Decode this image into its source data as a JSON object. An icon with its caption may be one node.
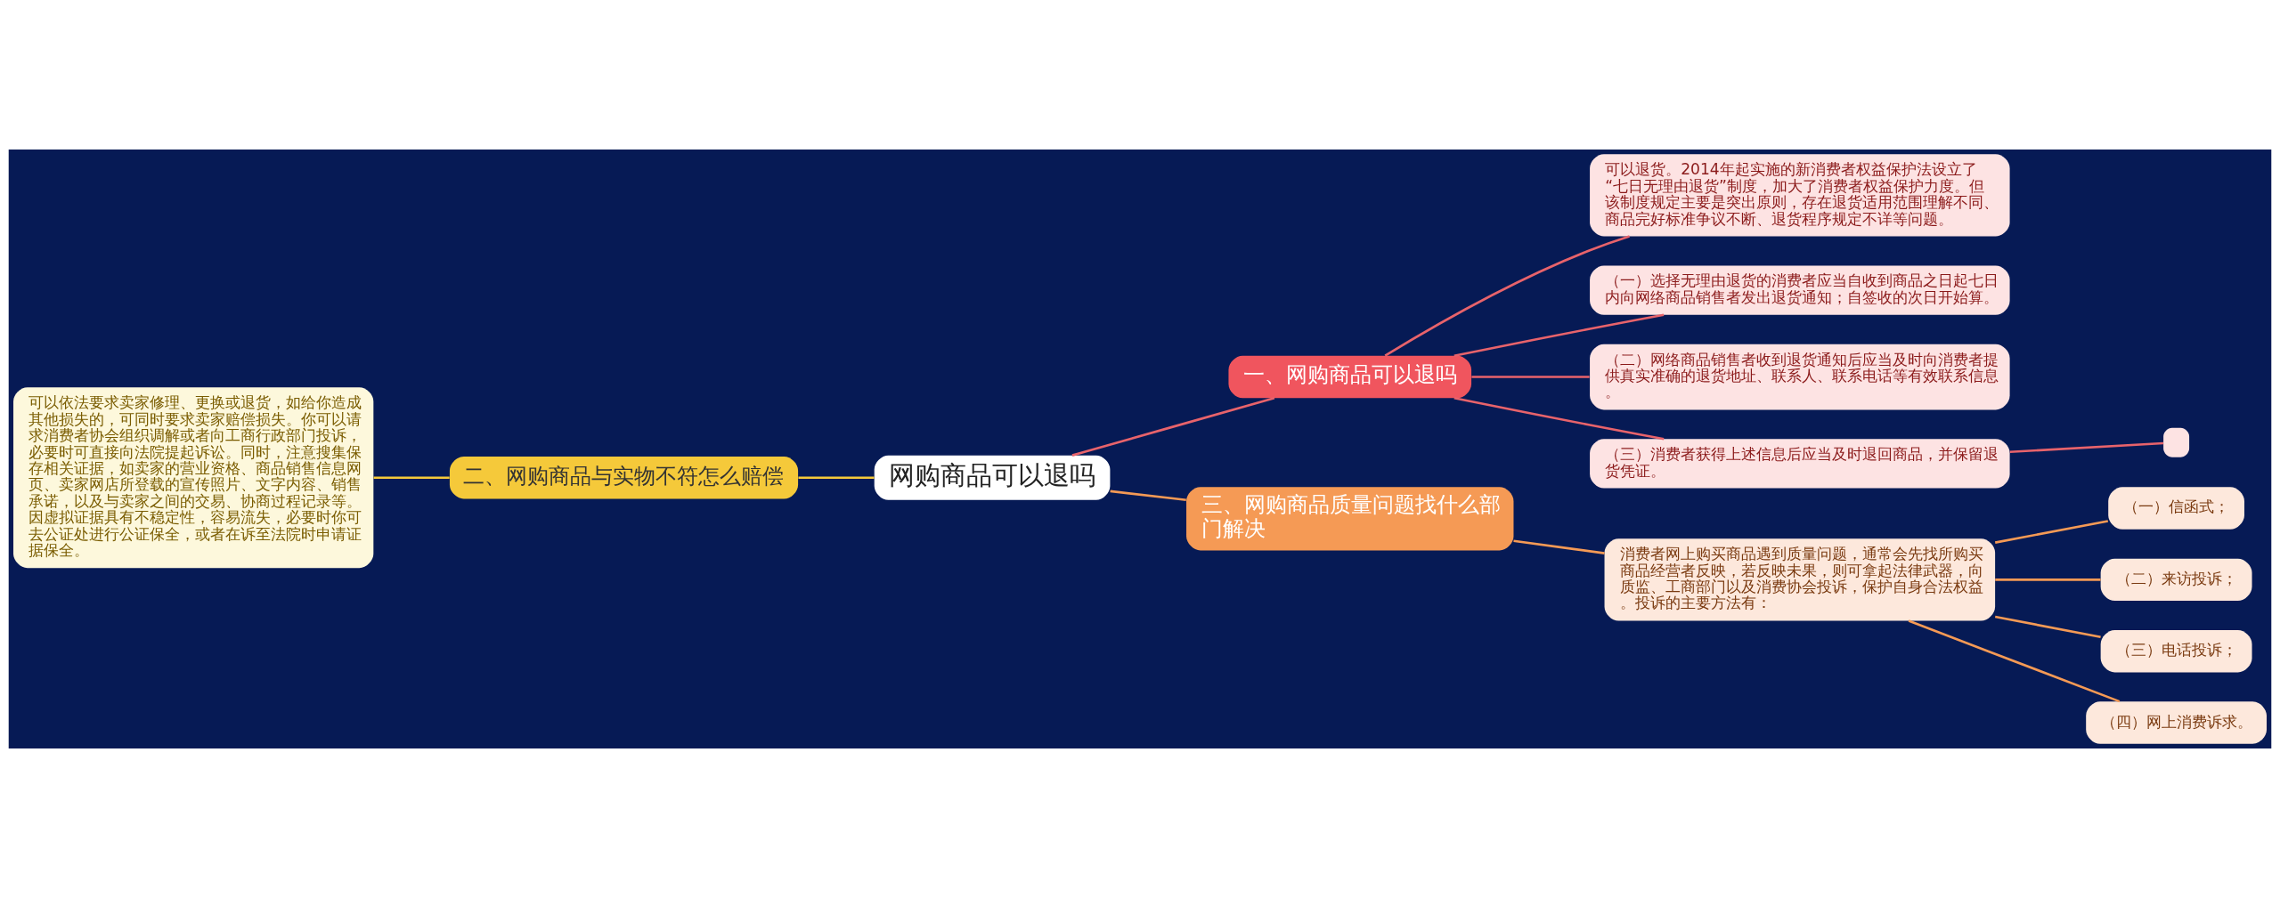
{
  "diagram": {
    "nodes": [
      {
        "text": [
          "网购商品可以退吗"
        ]
      },
      {
        "text": [
          "一、网购商品可以退吗"
        ]
      },
      {
        "text": [
          "可以退货。2014年起实施的新消费者权益保护法设立了“七日无理由退货”制度，加大了消费者权益保护力度。但该制度规定主要是突出原则，存在退货适用范围理解不同、商品完好标准争议不断、退货程序规定不详等问题。"
        ]
      },
      {
        "text": [
          "（一）选择无理由退货的消费者应当自收到商品之日起七日内向网络商品销售者发出退货通知；自签收的次日开始算。"
        ]
      },
      {
        "text": [
          "（二）网络商品销售者收到退货通知后应当及时向消费者提供真实准确的退货地址、联系人、联系电话等有效联系信息。"
        ]
      },
      {
        "text": [
          "（三）消费者获得上述信息后应当及时退回商品，并保留退货凭证。"
        ]
      },
      {
        "text": [],
        "shape": "box"
      },
      {
        "text": [
          "二、网购商品与实物不符怎么赔偿"
        ]
      },
      {
        "text": [
          "可以依法要求卖家修理、更换或退货，如给你造成其他损失的，可同时要求卖家赔偿损失。你可以请求消费者协会组织调解或者向工商行政部门投诉，必要时可直接向法院提起诉讼。同时，注意搜集保存相关证据，如卖家的营业资格、商品销售信息网页、卖家网店所登载的宣传照片、文字内容、销售承诺，以及与卖家之间的交易、协商过程记录等。因虚拟证据具有不稳定性，容易流失，必要时你可去公证处进行公证保全，或者在诉至法院时申请证据保全。"
        ]
      },
      {
        "text": [
          "三、网购商品质量问题找什么部门解决"
        ]
      },
      {
        "text": [
          "消费者网上购买商品遇到质量问题，通常会先找所购买商品经营者反映，若反映未果，则可拿起法律武器，向质监、工商部门以及消费协会投诉，保护自身合法权益。投诉的主要方法有："
        ]
      },
      {
        "text": [
          "（一）信函式；"
        ]
      },
      {
        "text": [
          "（二）来访投诉；"
        ]
      },
      {
        "text": [
          "（三）电话投诉；"
        ]
      },
      {
        "text": [
          "（四）网上消费诉求。"
        ]
      }
    ],
    "edges": [
      {
        "from": 0,
        "to": 1,
        "arrow": "none",
        "color": "#e8636b"
      },
      {
        "from": 1,
        "to": 2,
        "arrow": "none",
        "color": "#e8636b"
      },
      {
        "from": 1,
        "to": 3,
        "arrow": "none",
        "color": "#e8636b"
      },
      {
        "from": 1,
        "to": 4,
        "arrow": "none",
        "color": "#e8636b"
      },
      {
        "from": 1,
        "to": 5,
        "arrow": "none",
        "color": "#e8636b"
      },
      {
        "from": 5,
        "to": 6,
        "arrow": "none",
        "color": "#e8636b"
      },
      {
        "from": 0,
        "to": 7,
        "arrow": "none",
        "color": "#f5c93a"
      },
      {
        "from": 7,
        "to": 8,
        "arrow": "none",
        "color": "#f5c93a"
      },
      {
        "from": 0,
        "to": 9,
        "arrow": "none",
        "color": "#f59a55"
      },
      {
        "from": 9,
        "to": 10,
        "arrow": "none",
        "color": "#f59a55"
      },
      {
        "from": 10,
        "to": 11,
        "arrow": "none",
        "color": "#f59a55"
      },
      {
        "from": 10,
        "to": 12,
        "arrow": "none",
        "color": "#f59a55"
      },
      {
        "from": 10,
        "to": 13,
        "arrow": "none",
        "color": "#f59a55"
      },
      {
        "from": 10,
        "to": 14,
        "arrow": "none",
        "color": "#f59a55"
      }
    ]
  }
}
